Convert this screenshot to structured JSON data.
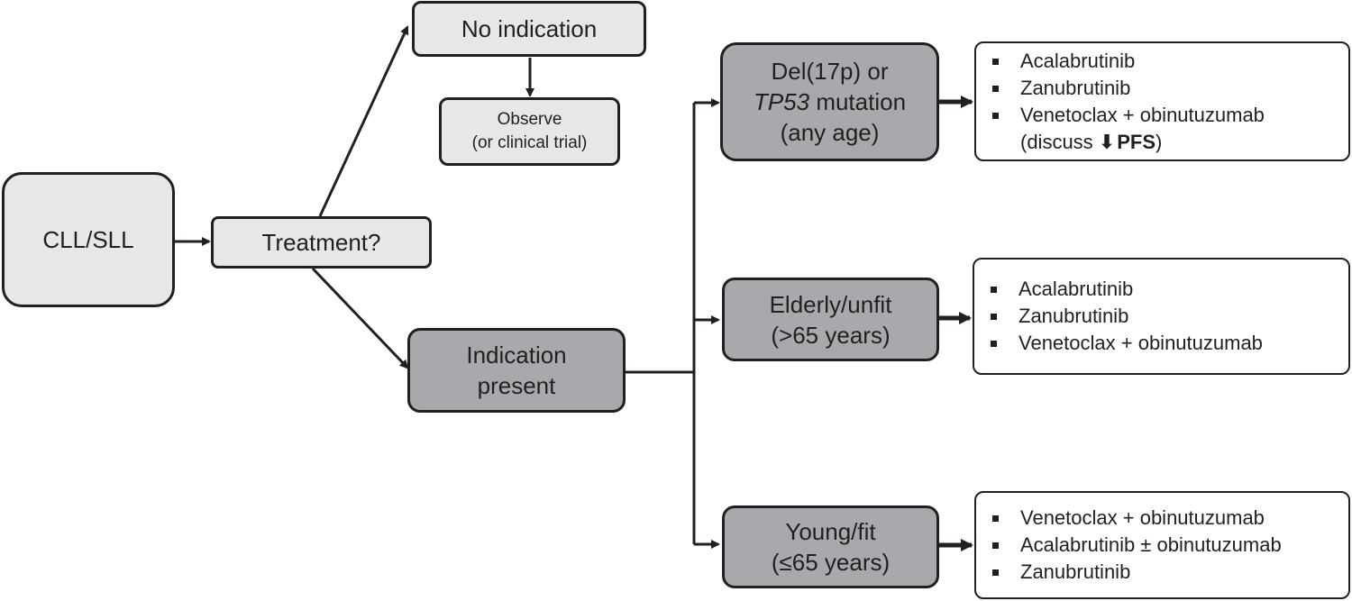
{
  "nodes": {
    "root": "CLL/SLL",
    "treatment": "Treatment?",
    "no_indication": "No indication",
    "observe_line1": "Observe",
    "observe_line2": "(or clinical trial)",
    "indication_line1": "Indication",
    "indication_line2": "present",
    "del17p_line1": "Del(17p) or",
    "del17p_italic": "TP53",
    "del17p_line2_rest": " mutation",
    "del17p_line3": "(any age)",
    "elderly_line1": "Elderly/unfit",
    "elderly_line2": "(>65 years)",
    "young_line1": "Young/fit",
    "young_line2": "(≤65 years)"
  },
  "options": {
    "del17p": {
      "items": [
        "Acalabrutinib",
        "Zanubrutinib",
        "Venetoclax + obinutuzumab"
      ],
      "note_prefix": "(discuss ",
      "note_arrow": "⬇",
      "note_bold": "PFS",
      "note_suffix": ")"
    },
    "elderly": {
      "items": [
        "Acalabrutinib",
        "Zanubrutinib",
        "Venetoclax + obinutuzumab"
      ]
    },
    "young": {
      "items": [
        "Venetoclax + obinutuzumab",
        "Acalabrutinib ± obinutuzumab",
        "Zanubrutinib"
      ]
    }
  },
  "colors": {
    "line": "#231f20",
    "light_fill": "#e6e7e8",
    "dark_fill": "#a7a9ac"
  }
}
